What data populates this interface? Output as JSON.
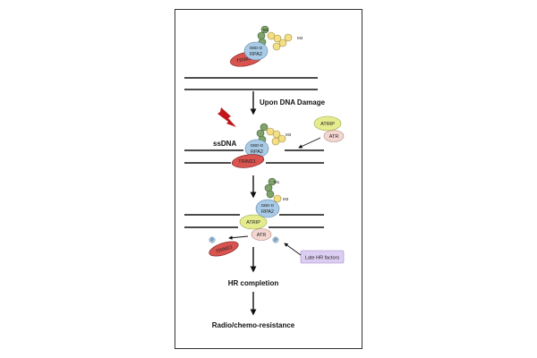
{
  "labels": {
    "step_damage": "Upon DNA Damage",
    "ssdna": "ssDNA",
    "hr_completion": "HR completion",
    "outcome": "Radio/chemo-resistance",
    "late_hr": "Late HR factors"
  },
  "proteins": {
    "dbd": "DBD-D",
    "rpa2": "RPA2",
    "trim21": "TRIM21",
    "atrip": "ATRIP",
    "atr": "ATR",
    "m1": "M1",
    "m3": "M3",
    "p": "P"
  },
  "colors": {
    "trim21": "#d9534f",
    "rpa2": "#a9cbe6",
    "atrip": "#e4ec8e",
    "atr": "#f4d6d0",
    "green_bead": "#7fa36b",
    "yellow_bead": "#f4df86",
    "late_hr_box": "#dccdf2",
    "lightning": "#c0161b"
  }
}
